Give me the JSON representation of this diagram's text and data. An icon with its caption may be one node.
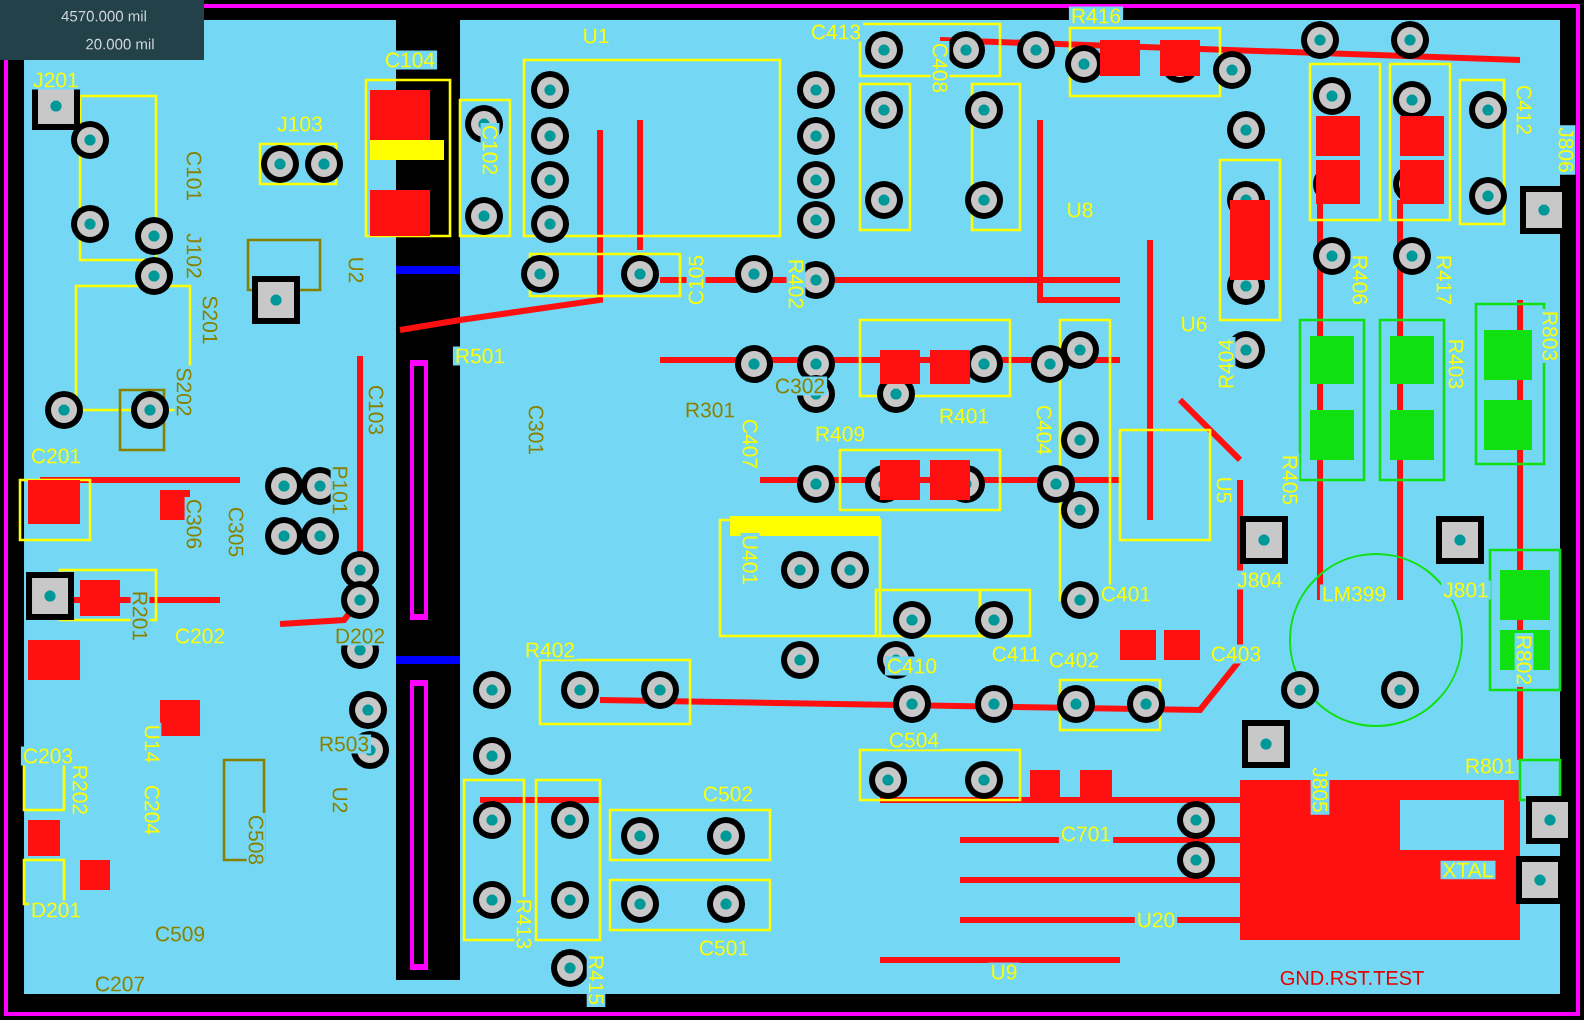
{
  "diagram": {
    "labels": [
      "4570.000 mil",
      "20.000 mil",
      "J201",
      "C104",
      "J103",
      "U1",
      "C413",
      "R416",
      "C412",
      "J806",
      "R406",
      "R417",
      "R803",
      "R403",
      "R404",
      "R405",
      "U5",
      "U6",
      "U8",
      "C102",
      "R501",
      "C201",
      "C203",
      "R202",
      "C204",
      "U14",
      "D201",
      "C202",
      "R402",
      "R409",
      "R401",
      "C410",
      "C411",
      "C402",
      "C401",
      "C403",
      "J804",
      "LM399",
      "J801",
      "R802",
      "R801",
      "J805",
      "XTAL",
      "U20",
      "C701",
      "C504",
      "C502",
      "C501",
      "U9",
      "R413",
      "R415",
      "C407",
      "C404",
      "R402",
      "C105",
      "C408",
      "U401",
      "C101",
      "J102",
      "S201",
      "S202",
      "U2",
      "C103",
      "P101",
      "C305",
      "C306",
      "R201",
      "D202",
      "R503",
      "U2",
      "C508",
      "C509",
      "C207",
      "R301",
      "C302",
      "C301",
      "GND.RST.TEST"
    ]
  }
}
